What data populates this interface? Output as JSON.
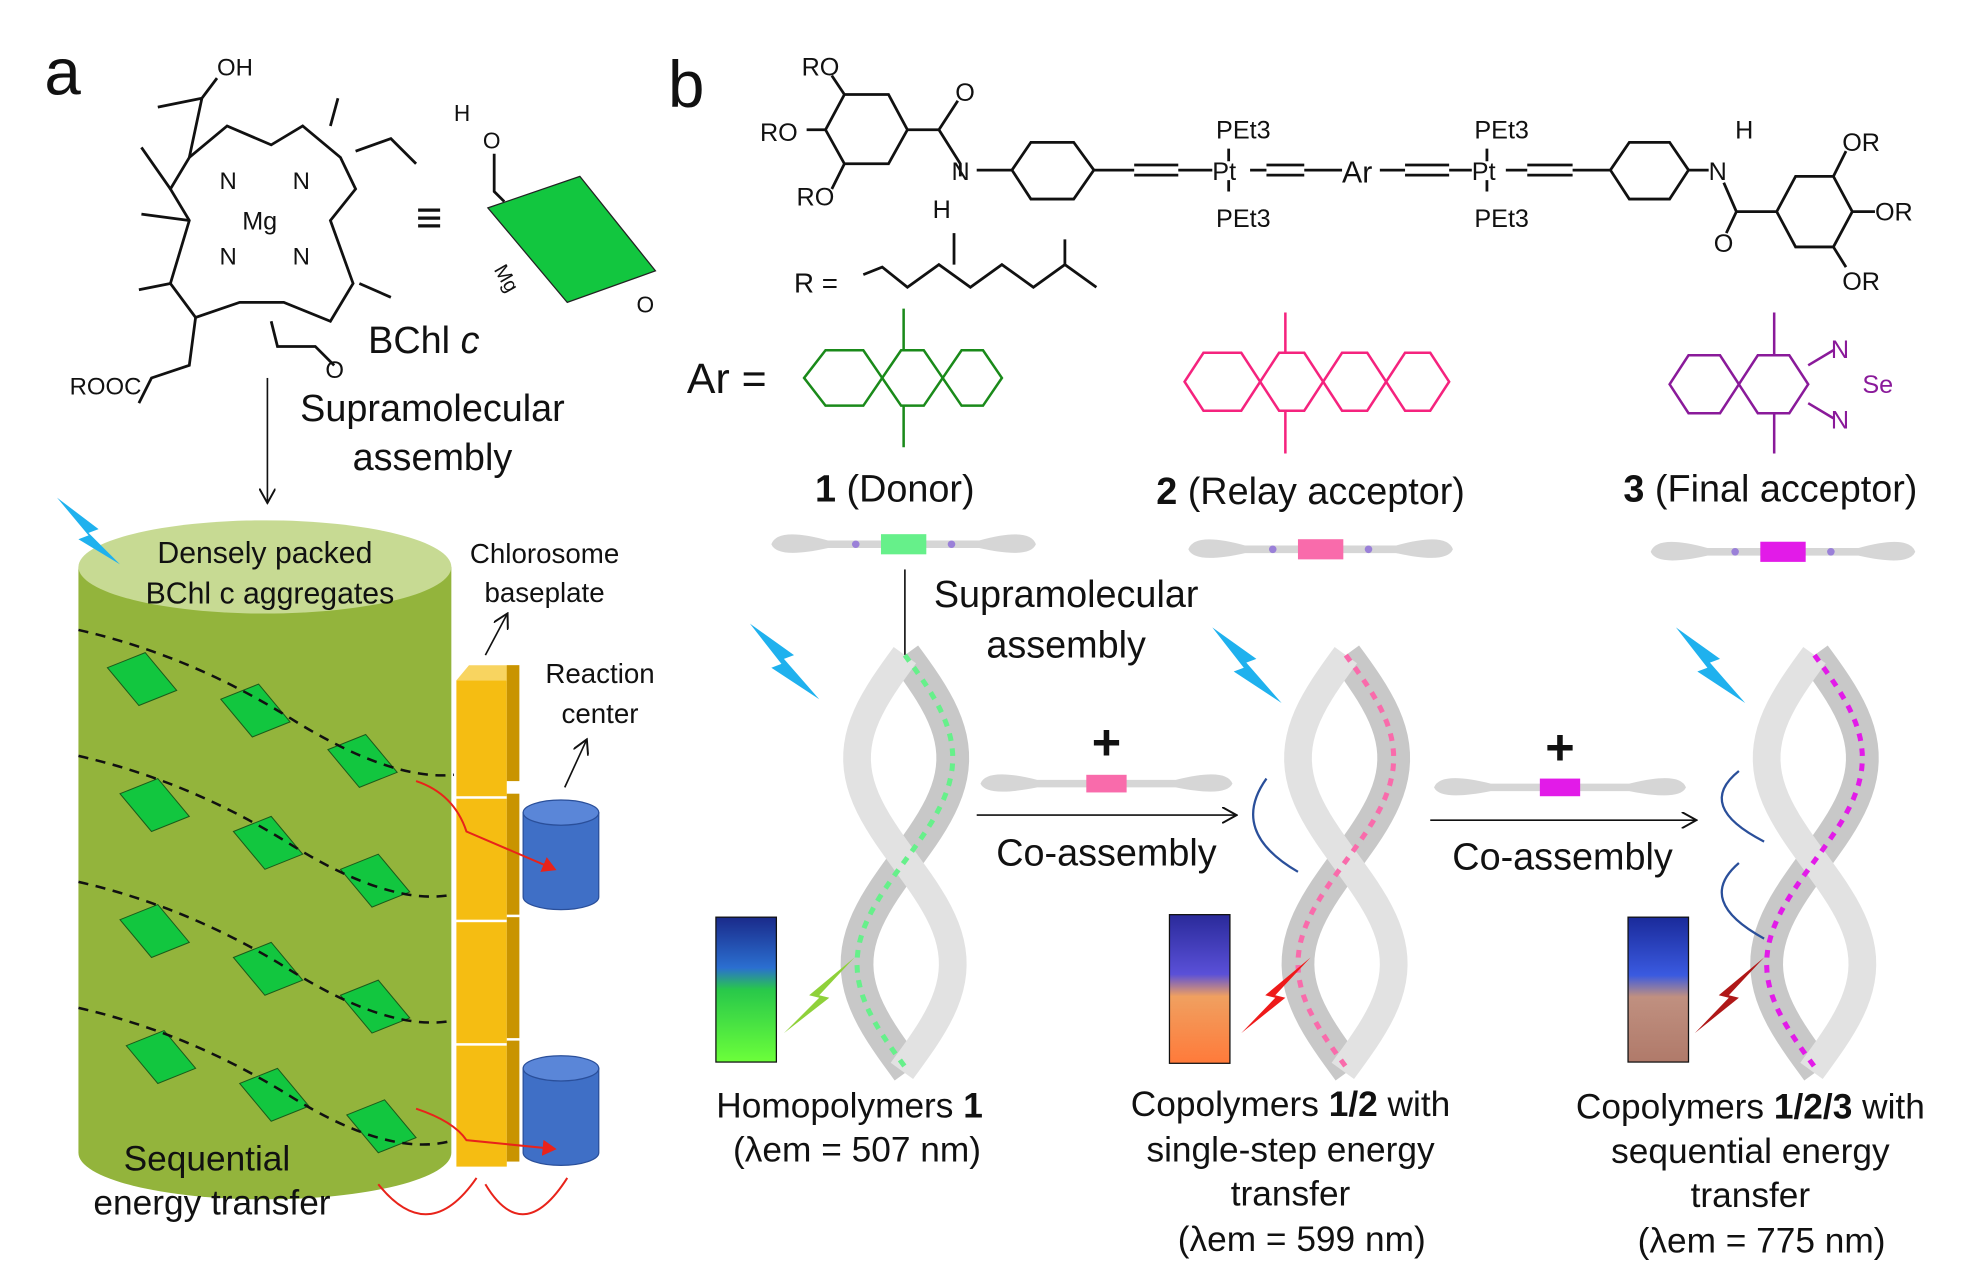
{
  "panel_a": {
    "label": "a",
    "structure": {
      "oh": "OH",
      "mg": "Mg",
      "n": "N",
      "o": "O",
      "h": "H",
      "rooc": "ROOC",
      "equiv": "≡",
      "name": "BChl",
      "name_italic": "c"
    },
    "assembly_label": [
      "Supramolecular",
      "assembly"
    ],
    "cylinder_label": [
      "Densely packed",
      "BChl c aggregates"
    ],
    "baseplate_label": [
      "Chlorosome",
      "baseplate"
    ],
    "reaction_center_label": [
      "Reaction",
      "center"
    ],
    "transfer_label": [
      "Sequential",
      "energy transfer"
    ],
    "colors": {
      "cylinder": "#93b43c",
      "cylinder_top": "#c7da93",
      "tile": "#12c63f",
      "baseplate": "#f5bd12",
      "reaction_center": "#3f6fc6",
      "arrow": "#e8231a",
      "lightning": "#1fb1ee"
    }
  },
  "panel_b": {
    "label": "b",
    "formula": {
      "ro": "RO",
      "or": "OR",
      "o": "O",
      "n": "N",
      "h": "H",
      "pet3": "PEt3",
      "pt": "Pt",
      "ar": "Ar",
      "r_eq": "R =",
      "ar_eq": "Ar =",
      "se": "Se"
    },
    "monomers": [
      {
        "num": "1",
        "role": "(Donor)",
        "color": "#1a8a1a",
        "block": "#66f08a"
      },
      {
        "num": "2",
        "role": "(Relay acceptor)",
        "color": "#f5237e",
        "block": "#f96bab"
      },
      {
        "num": "3",
        "role": "(Final acceptor)",
        "color": "#8a1a9a",
        "block": "#e21be8"
      }
    ],
    "assembly_label": [
      "Supramolecular",
      "assembly"
    ],
    "plus": "+",
    "coassembly": "Co-assembly",
    "captions": [
      {
        "line1": "Homopolymers ",
        "bold": "1",
        "line2": "(λem = 507 nm)"
      },
      {
        "line1": "Copolymers ",
        "bold": "1/2",
        "after": " with",
        "line2": "single-step energy",
        "line3": "transfer",
        "line4": "(λem = 599 nm)"
      },
      {
        "line1": "Copolymers ",
        "bold": "1/2/3",
        "after": " with",
        "line2": "sequential energy",
        "line3": "transfer",
        "line4": "(λem = 775 nm)"
      }
    ],
    "lambda": "λ",
    "em": "em",
    "values": [
      "= 507 nm)",
      "= 599 nm)",
      "= 775 nm)"
    ]
  }
}
